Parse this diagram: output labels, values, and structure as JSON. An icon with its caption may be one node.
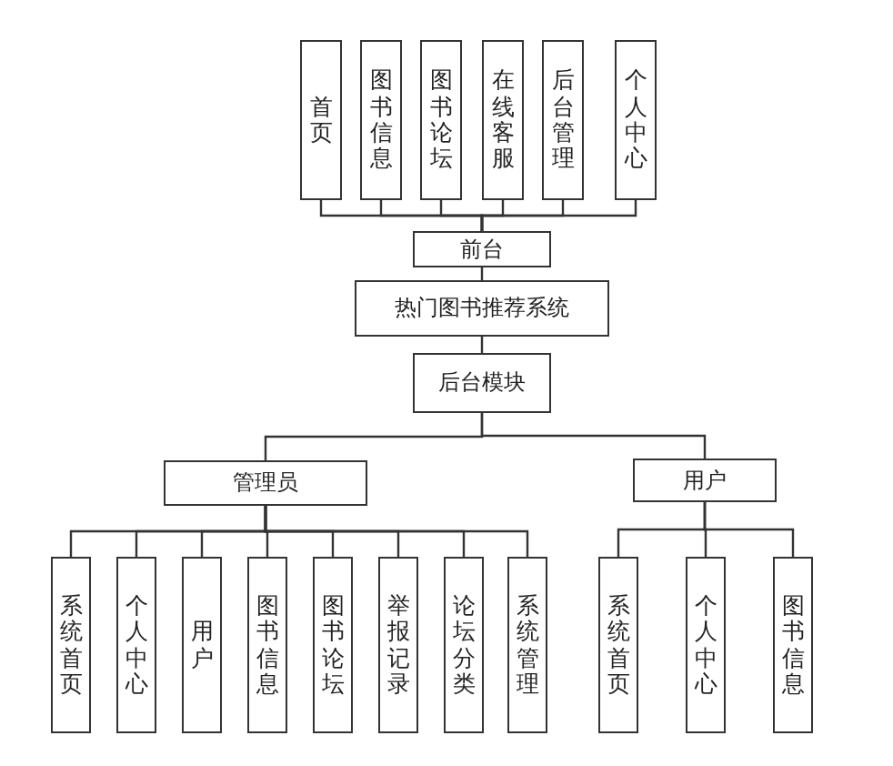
{
  "diagram": {
    "nodes": [
      {
        "text": [
          "首页"
        ]
      },
      {
        "text": [
          "图书信息"
        ]
      },
      {
        "text": [
          "图书论坛"
        ]
      },
      {
        "text": [
          "在线客服"
        ]
      },
      {
        "text": [
          "后台管理"
        ]
      },
      {
        "text": [
          "个人中心"
        ]
      },
      {
        "text": [
          "前台"
        ]
      },
      {
        "text": [
          "热门图书推荐系统"
        ]
      },
      {
        "text": [
          "后台模块"
        ]
      },
      {
        "text": [
          "管理员"
        ]
      },
      {
        "text": [
          "用户"
        ]
      },
      {
        "text": [
          "系统首页"
        ]
      },
      {
        "text": [
          "个人中心"
        ]
      },
      {
        "text": [
          "用户"
        ]
      },
      {
        "text": [
          "图书信息"
        ]
      },
      {
        "text": [
          "图书论坛"
        ]
      },
      {
        "text": [
          "举报记录"
        ]
      },
      {
        "text": [
          "论坛分类"
        ]
      },
      {
        "text": [
          "系统管理"
        ]
      },
      {
        "text": [
          "系统首页"
        ]
      },
      {
        "text": [
          "个人中心"
        ]
      },
      {
        "text": [
          "图书信息"
        ]
      }
    ],
    "edges": [
      {
        "from": 0,
        "to": 6,
        "arrow": "none"
      },
      {
        "from": 1,
        "to": 6,
        "arrow": "none"
      },
      {
        "from": 2,
        "to": 6,
        "arrow": "none"
      },
      {
        "from": 3,
        "to": 6,
        "arrow": "none"
      },
      {
        "from": 4,
        "to": 6,
        "arrow": "none"
      },
      {
        "from": 5,
        "to": 6,
        "arrow": "none"
      },
      {
        "from": 6,
        "to": 7,
        "arrow": "none"
      },
      {
        "from": 7,
        "to": 8,
        "arrow": "none"
      },
      {
        "from": 8,
        "to": 9,
        "arrow": "none"
      },
      {
        "from": 8,
        "to": 10,
        "arrow": "none"
      },
      {
        "from": 9,
        "to": 11,
        "arrow": "none"
      },
      {
        "from": 9,
        "to": 12,
        "arrow": "none"
      },
      {
        "from": 9,
        "to": 13,
        "arrow": "none"
      },
      {
        "from": 9,
        "to": 14,
        "arrow": "none"
      },
      {
        "from": 9,
        "to": 15,
        "arrow": "none"
      },
      {
        "from": 9,
        "to": 16,
        "arrow": "none"
      },
      {
        "from": 9,
        "to": 17,
        "arrow": "none"
      },
      {
        "from": 9,
        "to": 18,
        "arrow": "none"
      },
      {
        "from": 10,
        "to": 19,
        "arrow": "none"
      },
      {
        "from": 10,
        "to": 20,
        "arrow": "none"
      },
      {
        "from": 10,
        "to": 21,
        "arrow": "none"
      }
    ]
  }
}
